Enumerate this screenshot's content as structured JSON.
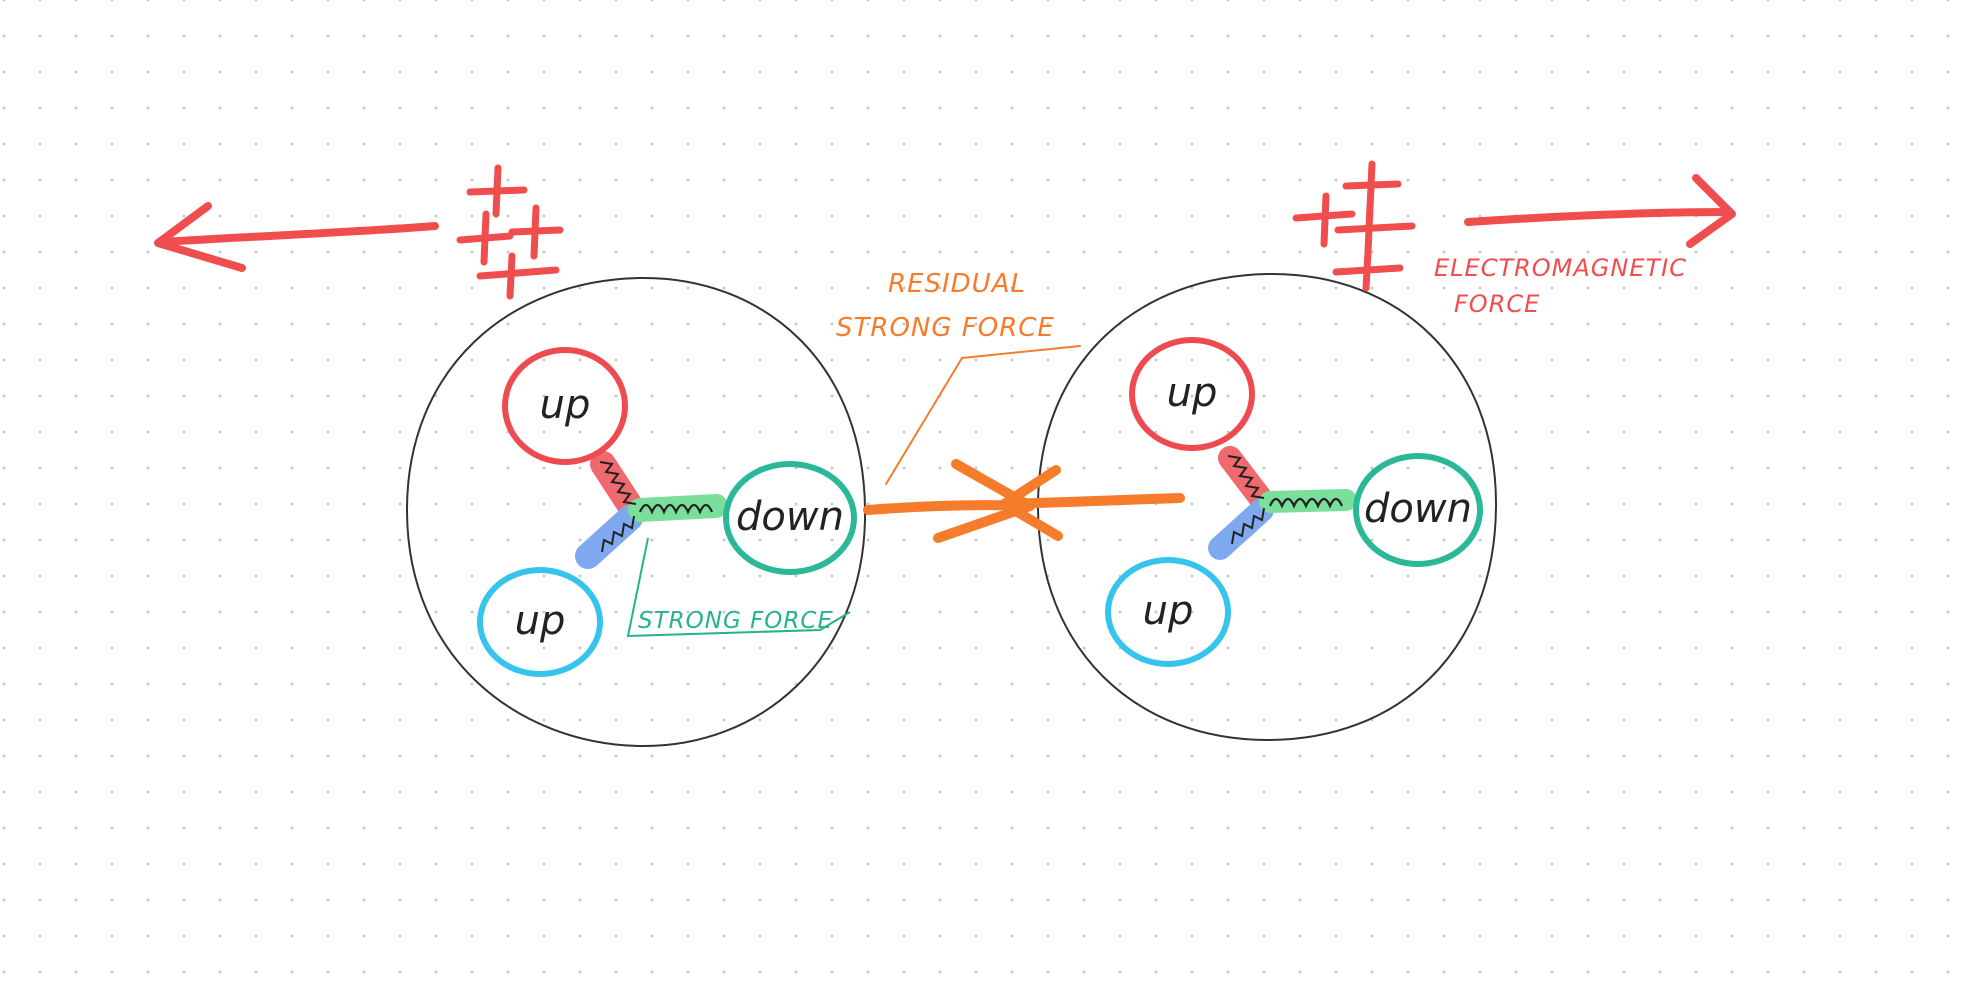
{
  "colors": {
    "electromagnetic": "#f04e4e",
    "residual_strong": "#f57c2a",
    "strong_force": "#26b38a",
    "up_red": "#ee4b50",
    "up_blue": "#36c4ec",
    "down": "#2ab898",
    "nucleon_outline": "#333333",
    "gluon_red": "#ef6a6e",
    "gluon_blue": "#7fa9ee",
    "gluon_green": "#7adf9a",
    "wave_line": "#222222"
  },
  "nucleons": [
    {
      "quarks": [
        {
          "label": "up",
          "color": "up_red",
          "icon": "quark-circle"
        },
        {
          "label": "down",
          "color": "down",
          "icon": "quark-circle"
        },
        {
          "label": "up",
          "color": "up_blue",
          "icon": "quark-circle"
        }
      ],
      "charge_icon": "plus-signs-icon",
      "arrow_direction": "left"
    },
    {
      "quarks": [
        {
          "label": "up",
          "color": "up_red",
          "icon": "quark-circle"
        },
        {
          "label": "down",
          "color": "down",
          "icon": "quark-circle"
        },
        {
          "label": "up",
          "color": "up_blue",
          "icon": "quark-circle"
        }
      ],
      "charge_icon": "plus-signs-icon",
      "arrow_direction": "right"
    }
  ],
  "labels": {
    "residual_line1": "RESIDUAL",
    "residual_line2": "STRONG FORCE",
    "strong_force": "STRONG FORCE",
    "em_line1": "ELECTROMAGNETIC",
    "em_line2": "FORCE"
  }
}
